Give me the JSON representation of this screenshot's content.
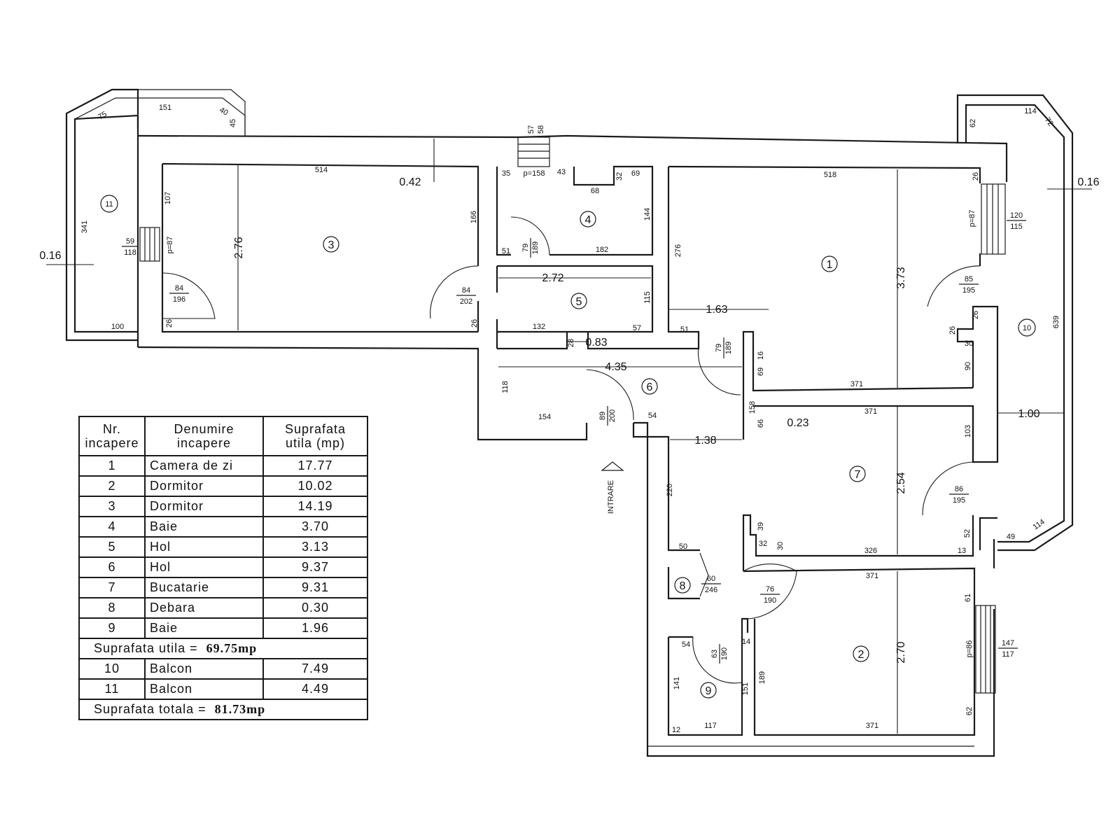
{
  "rooms": [
    {
      "id": "1",
      "label": "1"
    },
    {
      "id": "2",
      "label": "2"
    },
    {
      "id": "3",
      "label": "3"
    },
    {
      "id": "4",
      "label": "4"
    },
    {
      "id": "5",
      "label": "5"
    },
    {
      "id": "6",
      "label": "6"
    },
    {
      "id": "7",
      "label": "7"
    },
    {
      "id": "8",
      "label": "8"
    },
    {
      "id": "9",
      "label": "9"
    },
    {
      "id": "10",
      "label": "10"
    },
    {
      "id": "11",
      "label": "11"
    }
  ],
  "dimensions_m": {
    "d276": "2.76",
    "d042": "0.42",
    "d272": "2.72",
    "d083": "0.83",
    "d435": "4.35",
    "d163": "1.63",
    "d373": "3.73",
    "d016_left": "0.16",
    "d016_right": "0.16",
    "d023": "0.23",
    "d100": "1.00",
    "d138": "1.38",
    "d254": "2.54",
    "d270": "2.70"
  },
  "dimensions_cm": {
    "b11_151": "151",
    "b11_75": "75",
    "b11_40": "40",
    "b11_45": "45",
    "b11_341": "341",
    "b11_107": "107",
    "b11_100": "100",
    "b11_26": "26",
    "r3_514": "514",
    "r3_166": "166",
    "r3_26": "26",
    "st_57": "57",
    "st_58": "58",
    "st_35": "35",
    "st_p158": "p=158",
    "st_43": "43",
    "r4_68": "68",
    "r4_32": "32",
    "r4_69": "69",
    "r4_144": "144",
    "r4_182": "182",
    "r4_51": "51",
    "r5_115": "115",
    "r5_132": "132",
    "r5_57": "57",
    "r5_28": "28",
    "r5_51": "51",
    "r6_118": "118",
    "r6_154": "154",
    "r6_54": "54",
    "r6_158": "158",
    "r6_69": "69",
    "r6_66": "66",
    "r6_16": "16",
    "r6_220": "220",
    "r6_50": "50",
    "r1_518": "518",
    "r1_276": "276",
    "r1_26": "26",
    "r1_371": "371",
    "r1_26b": "26",
    "r1_26c": "26",
    "r1_30": "30",
    "r1_90": "90",
    "b10_114": "114",
    "b10_72": "72",
    "b10_62": "62",
    "b10_639": "639",
    "b10_49": "49",
    "b10_114b": "114",
    "r7_371": "371",
    "r7_103": "103",
    "r7_39": "39",
    "r7_32": "32",
    "r7_30": "30",
    "r7_326": "326",
    "r7_52": "52",
    "r7_13": "13",
    "r2_371": "371",
    "r2_61": "61",
    "r2_189": "189",
    "r2_62": "62",
    "r2_371b": "371",
    "r9_54": "54",
    "r9_141": "141",
    "r9_151": "151",
    "r9_117": "117",
    "r9_14": "14",
    "r9_12": "12"
  },
  "openings": {
    "w11": {
      "num": "59",
      "den": "118"
    },
    "w11_p": "p=87",
    "w1": {
      "num": "120",
      "den": "115"
    },
    "w1_p": "p=87",
    "w2": {
      "num": "147",
      "den": "117"
    },
    "w2_p": "p=86",
    "dr11": {
      "num": "84",
      "den": "196"
    },
    "dr3": {
      "num": "84",
      "den": "202"
    },
    "dr4": {
      "num": "79",
      "den": "189"
    },
    "dr1": {
      "num": "79",
      "den": "189"
    },
    "dr10": {
      "num": "85",
      "den": "195"
    },
    "dr7": {
      "num": "86",
      "den": "195"
    },
    "dr_entry": {
      "num": "89",
      "den": "200"
    },
    "dr8": {
      "num": "60",
      "den": "246"
    },
    "dr2": {
      "num": "76",
      "den": "190"
    },
    "dr9": {
      "num": "63",
      "den": "190"
    }
  },
  "entry_label": "INTRARE",
  "legend": {
    "header": {
      "nr": [
        "Nr.",
        "incapere"
      ],
      "name": [
        "Denumire",
        "incapere"
      ],
      "area": [
        "Suprafata",
        "utila  (mp)"
      ]
    },
    "rows": [
      {
        "nr": "1",
        "name": "Camera  de  zi",
        "area": "17.77"
      },
      {
        "nr": "2",
        "name": "Dormitor",
        "area": "10.02"
      },
      {
        "nr": "3",
        "name": "Dormitor",
        "area": "14.19"
      },
      {
        "nr": "4",
        "name": "Baie",
        "area": "3.70"
      },
      {
        "nr": "5",
        "name": "Hol",
        "area": "3.13"
      },
      {
        "nr": "6",
        "name": "Hol",
        "area": "9.37"
      },
      {
        "nr": "7",
        "name": "Bucatarie",
        "area": "9.31"
      },
      {
        "nr": "8",
        "name": "Debara",
        "area": "0.30"
      },
      {
        "nr": "9",
        "name": "Baie",
        "area": "1.96"
      }
    ],
    "useful_label": "Suprafata  utila  =",
    "useful_value": "69.75mp",
    "balcony_rows": [
      {
        "nr": "10",
        "name": "Balcon",
        "area": "7.49"
      },
      {
        "nr": "11",
        "name": "Balcon",
        "area": "4.49"
      }
    ],
    "total_label": "Suprafata  totala  =",
    "total_value": "81.73mp"
  }
}
